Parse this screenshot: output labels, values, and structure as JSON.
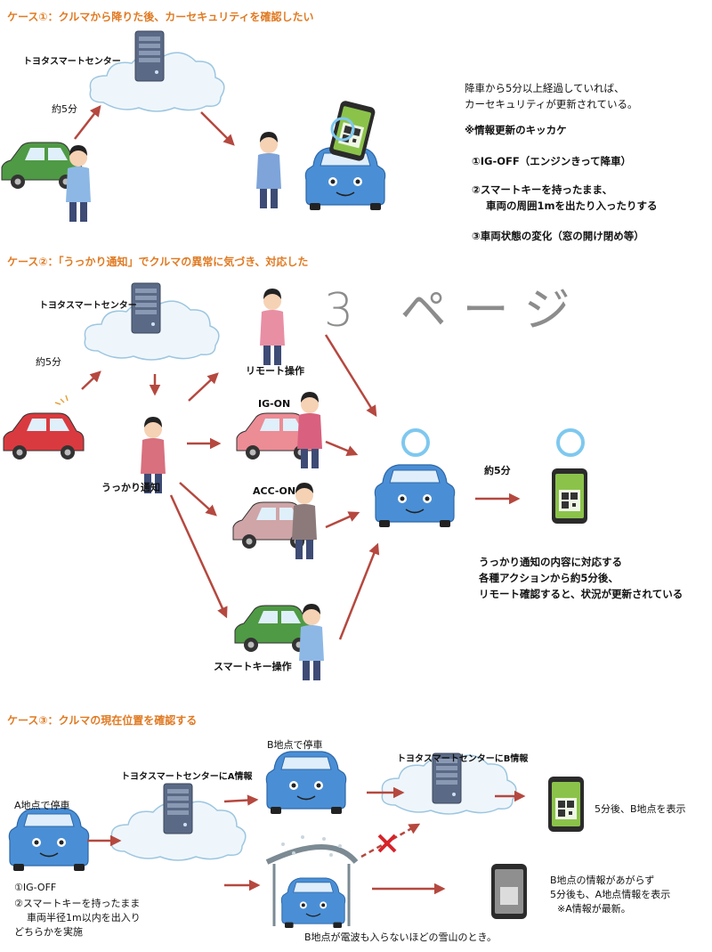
{
  "page_label": "3 ページ",
  "case1": {
    "title": "ケース①：クルマから降りた後、カーセキュリティを確認したい",
    "center_label": "トヨタスマートセンター",
    "time_label": "約5分",
    "info_lines": [
      "降車から5分以上経過していれば、",
      "カーセキュリティが更新されている。"
    ],
    "trigger_title": "※情報更新のキッカケ",
    "triggers": [
      "①IG-OFF（エンジンきって降車）",
      "②スマートキーを持ったまま、",
      "車両の周囲1mを出たり入ったりする",
      "③車両状態の変化（窓の開け閉め等）"
    ]
  },
  "case2": {
    "title": "ケース②：「うっかり通知」でクルマの異常に気づき、対応した",
    "center_label": "トヨタスマートセンター",
    "time_label": "約5分",
    "notify_label": "うっかり通知",
    "remote_label": "リモート操作",
    "ig_on_label": "IG-ON",
    "acc_on_label": "ACC-ON",
    "smartkey_label": "スマートキー操作",
    "after_label": "約5分",
    "desc_lines": [
      "うっかり通知の内容に対応する",
      "各種アクションから約5分後、",
      "リモート確認すると、状況が更新されている"
    ]
  },
  "case3": {
    "title": "ケース③：クルマの現在位置を確認する",
    "park_a": "A地点で停車",
    "center_a": "トヨタスマートセンターにA情報",
    "park_b": "B地点で停車",
    "center_b": "トヨタスマートセンターにB情報",
    "show_b": "5分後、B地点を表示",
    "conditions": [
      "①IG-OFF",
      "②スマートキーを持ったまま",
      "車両半径1m以内を出入り",
      "どちらかを実施"
    ],
    "snow_label": "B地点が電波も入らないほどの雪山のとき。",
    "fail_lines": [
      "B地点の情報があがらず",
      "5分後も、A地点情報を表示",
      "※A情報が最新。"
    ]
  },
  "colors": {
    "orange": "#e07a22",
    "arrow": "#b5483f",
    "car_blue": "#4a8fd6",
    "car_green": "#4f9a45",
    "car_red": "#d93a3f",
    "car_pink": "#ec8c95",
    "car_mauve": "#cfa5a7",
    "ring": "#7ec8ef"
  },
  "icons": [
    "server-icon",
    "cloud-icon",
    "car-icon",
    "person-icon",
    "smartphone-ticket-icon",
    "circle-icon",
    "cross-icon",
    "carport-icon"
  ]
}
